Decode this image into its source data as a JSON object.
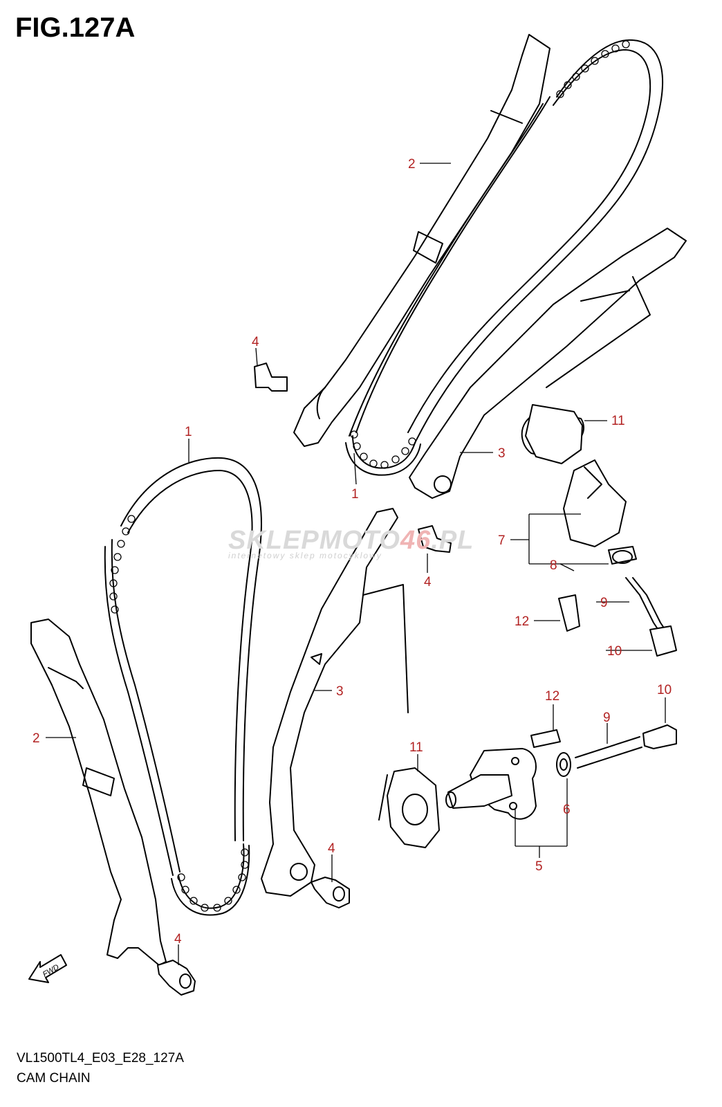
{
  "header": {
    "title": "FIG.127A"
  },
  "footer": {
    "code": "VL1500TL4_E03_E28_127A",
    "name": "CAM CHAIN"
  },
  "watermark": {
    "brand_a": "SKLEPMOTO",
    "brand_b": "46",
    "brand_c": ".PL",
    "tagline": "internetowy sklep motocyklowy"
  },
  "direction_label": "FWD",
  "callouts": {
    "c2_top": "2",
    "c4_top": "4",
    "c1_top": "1",
    "c1_left": "1",
    "c3_right": "3",
    "c11_right": "11",
    "c7": "7",
    "c8": "8",
    "c9_right": "9",
    "c12_right": "12",
    "c10_right": "10",
    "c4_mid": "4",
    "c3_mid": "3",
    "c2_left": "2",
    "c12_bottom": "12",
    "c10_bottom": "10",
    "c9_bottom": "9",
    "c11_bottom": "11",
    "c6": "6",
    "c5": "5",
    "c4_bottom": "4",
    "c4_left": "4"
  },
  "colors": {
    "callout": "#b22222",
    "line": "#000000"
  }
}
